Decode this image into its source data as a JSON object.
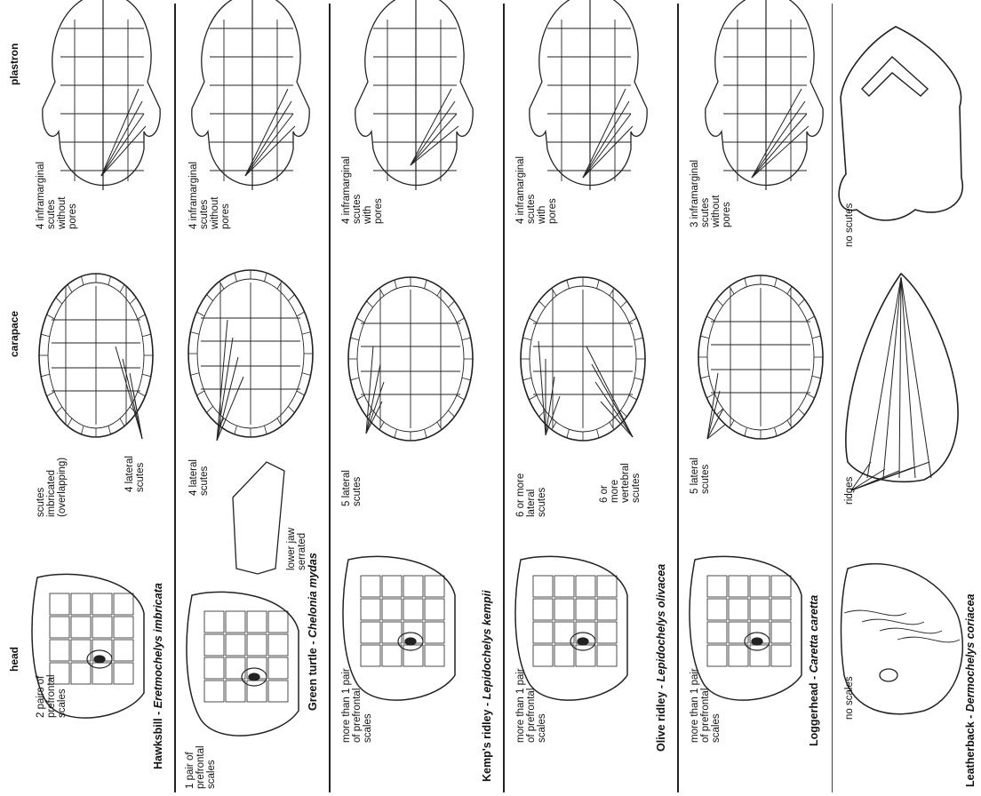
{
  "section_headers": {
    "head": "head",
    "carapace": "carapace",
    "plastron": "plastron"
  },
  "species": [
    {
      "common": "Hawksbill",
      "scientific": "Eretmochelys imbricata",
      "head_note": "2 pairs of\nprefrontal\nscales",
      "carapace_notes": [
        "scutes\nimbricated\n(overlapping)",
        "4 lateral\nscutes"
      ],
      "plastron_note": "4 inframarginal\nscutes\nwithout\npores"
    },
    {
      "common": "Green turtle",
      "scientific": "Chelonia mydas",
      "head_note": "1 pair of\nprefrontal\nscales",
      "jaw_note": "lower jaw\nserrated",
      "carapace_notes": [
        "4 lateral\nscutes"
      ],
      "plastron_note": "4 inframarginal\nscutes\nwithout\npores"
    },
    {
      "common": "Kemp's ridley",
      "scientific": "Lepidochelys kempii",
      "head_note": "more than 1 pair\nof prefrontal\nscales",
      "carapace_notes": [
        "5 lateral\nscutes"
      ],
      "plastron_note": "4 inframarginal\nscutes\nwith\npores"
    },
    {
      "common": "Olive ridley",
      "scientific": "Lepidochelys olivacea",
      "head_note": "more than 1 pair\nof prefrontal\nscales",
      "carapace_notes": [
        "6 or more\nlateral\nscutes",
        "6 or\nmore\nvertebral\nscutes"
      ],
      "plastron_note": "4 inframarginal\nscutes\nwith\npores"
    },
    {
      "common": "Loggerhead",
      "scientific": "Caretta caretta",
      "head_note": "more than 1 pair\nof prefrontal\nscales",
      "carapace_notes": [
        "5 lateral\nscutes"
      ],
      "plastron_note": "3 inframarginal\nscutes\nwithout\npores"
    },
    {
      "common": "Leatherback",
      "scientific": "Dermochelys coriacea",
      "head_note": "no scales",
      "carapace_notes": [
        "ridges"
      ],
      "plastron_note": "no scutes"
    }
  ]
}
